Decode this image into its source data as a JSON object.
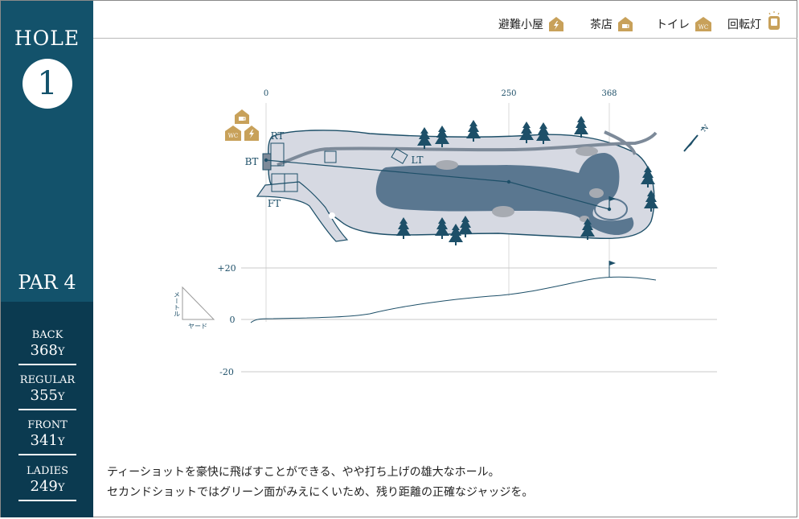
{
  "hole": {
    "label": "HOLE",
    "number": "1",
    "par": "PAR 4"
  },
  "tees": [
    {
      "name": "BACK",
      "length": "368",
      "unit": "Y"
    },
    {
      "name": "REGULAR",
      "length": "355",
      "unit": "Y"
    },
    {
      "name": "FRONT",
      "length": "341",
      "unit": "Y"
    },
    {
      "name": "LADIES",
      "length": "249",
      "unit": "Y"
    }
  ],
  "legend": [
    {
      "label": "避難小屋",
      "icon": "lightning-hut-icon"
    },
    {
      "label": "茶店",
      "icon": "teahouse-icon"
    },
    {
      "label": "トイレ",
      "icon": "toilet-icon"
    },
    {
      "label": "回転灯",
      "icon": "rotating-light-icon"
    }
  ],
  "map": {
    "distance_marks": [
      "0",
      "250",
      "368"
    ],
    "tee_labels": {
      "rt": "RT",
      "bt": "BT",
      "ft": "FT",
      "lt": "LT"
    },
    "toilet_text": "WC"
  },
  "elevation": {
    "ticks": [
      "+20",
      "0",
      "-20"
    ],
    "axis_vertical": "メートル",
    "axis_horizontal": "ヤード"
  },
  "description": {
    "line1": "ティーショットを豪快に飛ばすことができる、やや打ち上げの雄大なホール。",
    "line2": "セカンドショットではグリーン面がみえにくいため、残り距離の正確なジャッジを。"
  },
  "colors": {
    "sidebar": "#13526b",
    "sidebar_dark": "#0b3a50",
    "icon_gold": "#c8a15a",
    "rough": "#d6d9e2",
    "water": "#5a7790",
    "tree": "#1d4f68"
  }
}
